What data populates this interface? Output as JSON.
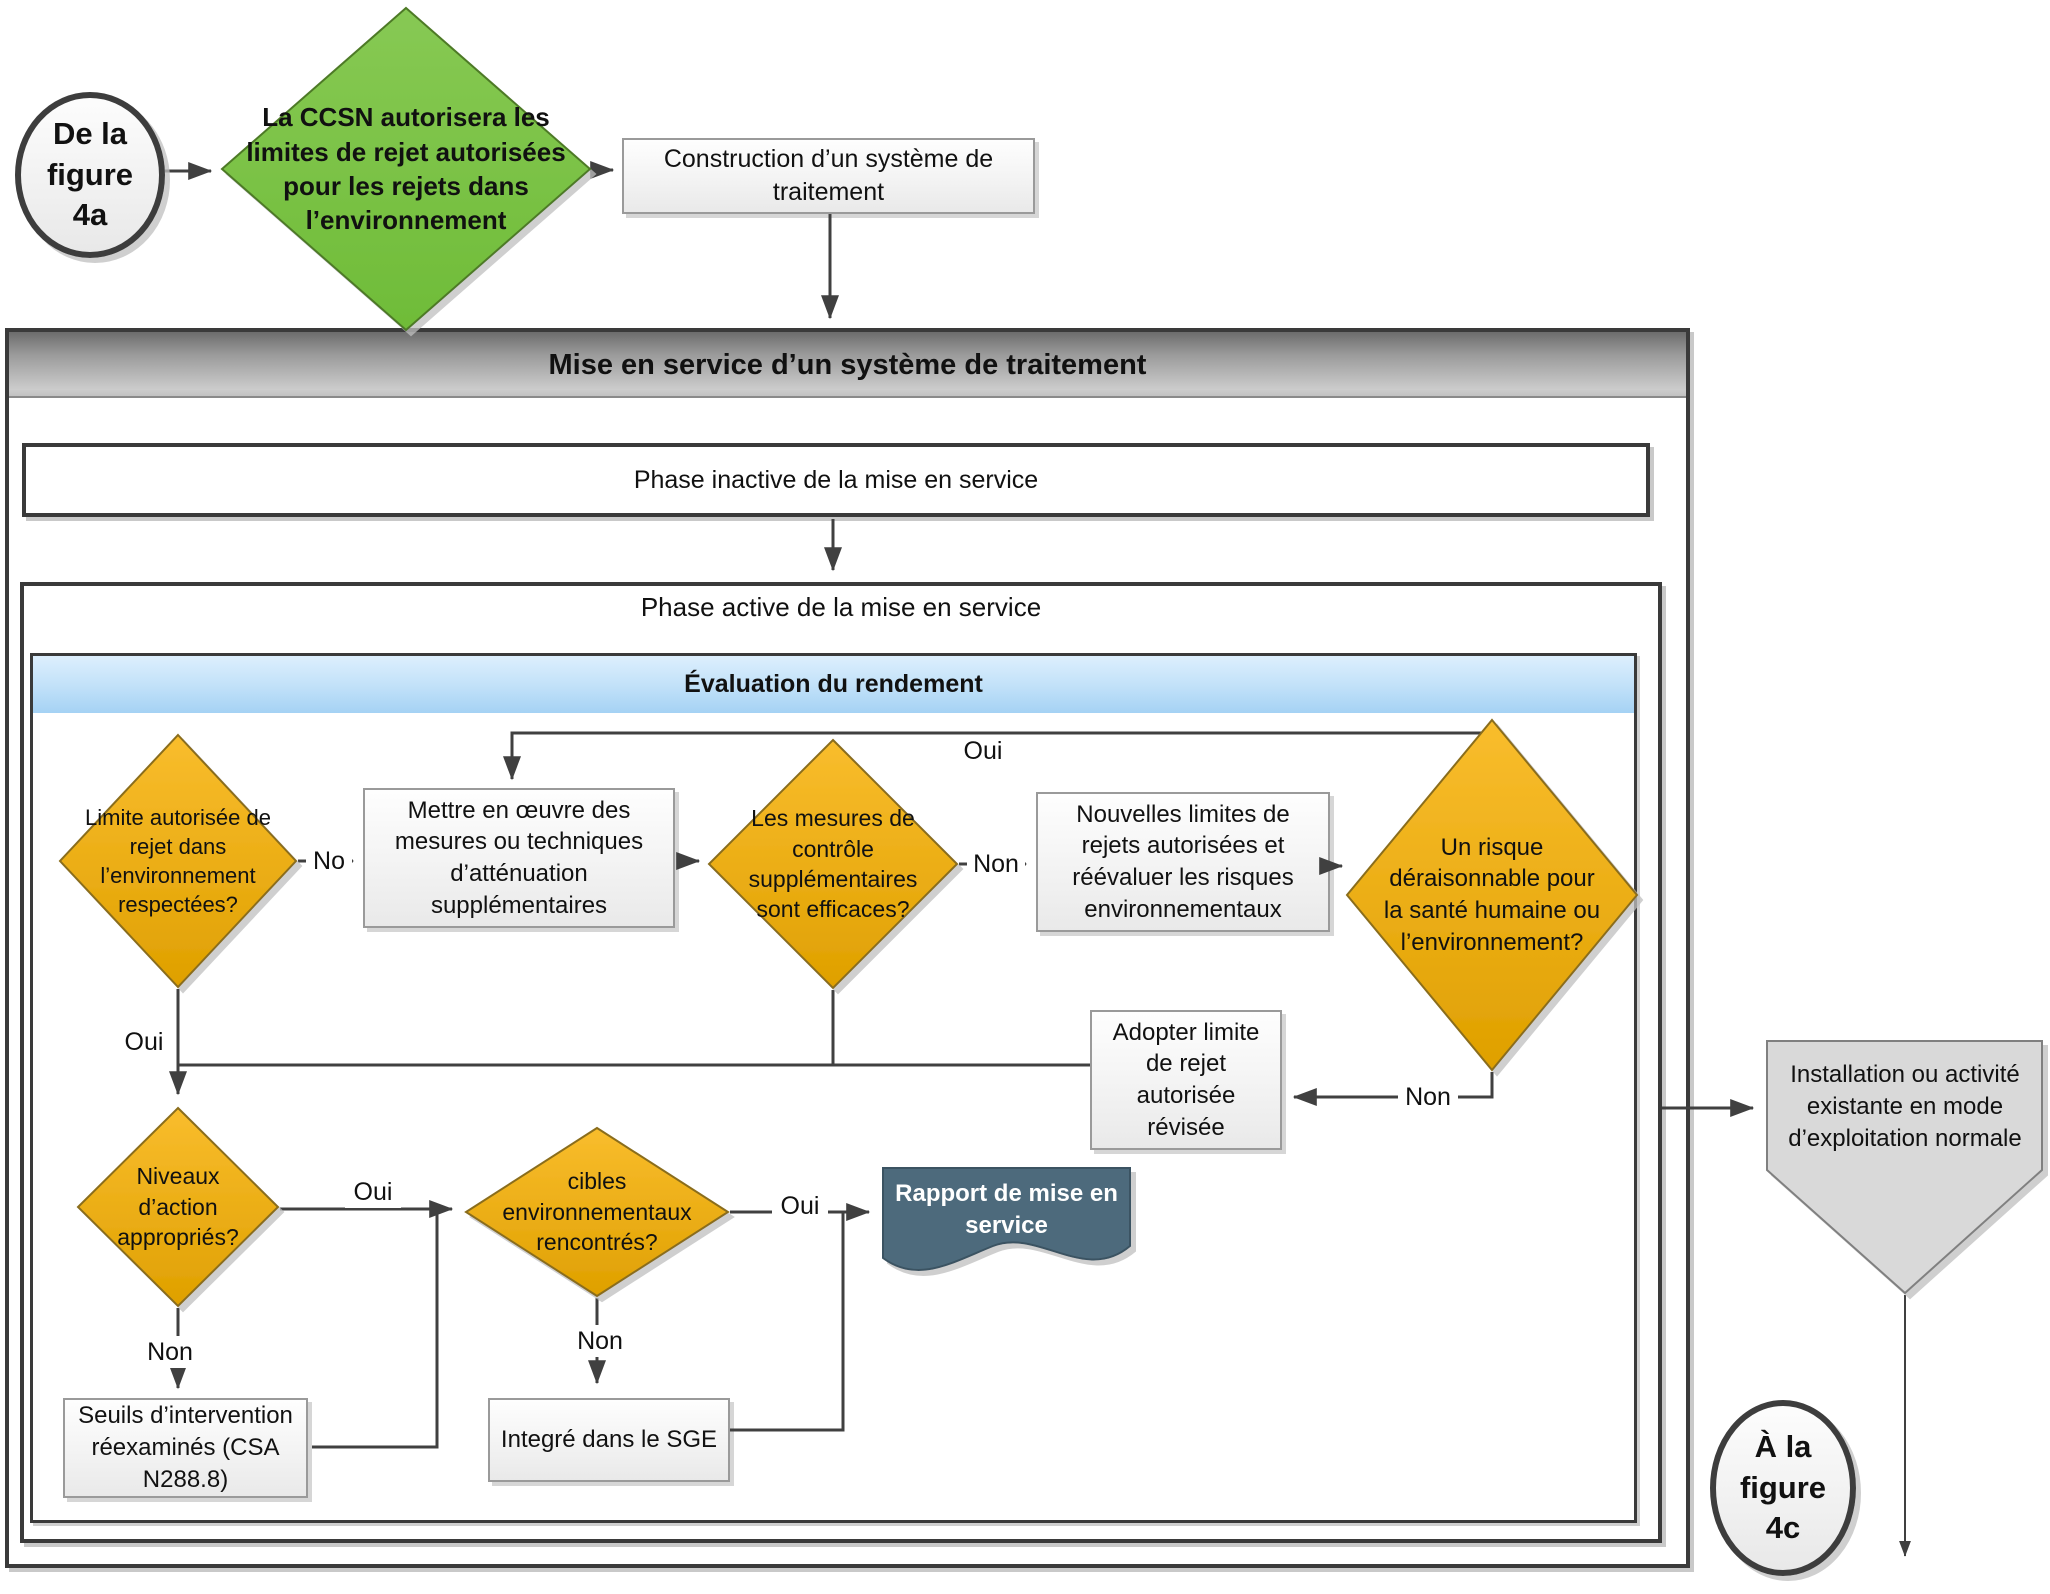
{
  "title": "Mise en service d’un système de traitement (organigramme)",
  "colors": {
    "green_shape": "#7cc24a",
    "green_border": "#4e7a28",
    "orange_top": "#f9bd2d",
    "orange_bottom": "#dfa000",
    "blue_bar_top": "#ddeffd",
    "blue_bar_bottom": "#a5d2f4",
    "teal_document": "#4d6b7c",
    "gray_pentagon": "#d9d9d9",
    "connector": "#404040",
    "header_gray": "#9a9a9a"
  },
  "nodes": {
    "start_circle": {
      "label": "De la\nfigure\n4a"
    },
    "ccsn_diamond": {
      "label": "La CCSN autorisera les\nlimites de rejet autorisées\npour les rejets dans\nl’environnement"
    },
    "construction_box": {
      "label": "Construction d’un système de\ntraitement"
    },
    "main_container": {
      "title": "Mise en service d’un système de traitement"
    },
    "phase_inactive": {
      "title": "Phase inactive de la mise en service"
    },
    "phase_active": {
      "title": "Phase active de la mise en service"
    },
    "evaluation": {
      "title": "Évaluation du rendement"
    },
    "limite_diamond": {
      "label": "Limite autorisée de\nrejet dans\nl’environnement\nrespectées?"
    },
    "mettre_box": {
      "label": "Mettre en œuvre des\nmesures ou techniques\nd’atténuation\nsupplémentaires"
    },
    "mesures_diamond": {
      "label": "Les mesures de\ncontrôle\nsupplémentaires\nsont efficaces?"
    },
    "nouvelles_box": {
      "label": "Nouvelles limites de\nrejets autorisées et\nréévaluer les risques\nenvironnementaux"
    },
    "risque_diamond": {
      "label": "Un risque\ndéraisonnable pour\nla santé humaine ou\nl’environnement?"
    },
    "adopter_box": {
      "label": "Adopter limite\nde rejet\nautorisée\nrévisée"
    },
    "niveaux_diamond": {
      "label": "Niveaux\nd’action\nappropriés?"
    },
    "cibles_diamond": {
      "label": "cibles\nenvironnementaux\nrencontrés?"
    },
    "rapport_document": {
      "label": "Rapport de mise en\nservice"
    },
    "seuils_box": {
      "label": "Seuils d’intervention\nréexaminés (CSA\nN288.8)"
    },
    "integre_box": {
      "label": "Integré dans le SGE"
    },
    "installation_pentagon": {
      "label": "Installation ou activité\nexistante en mode\nd’exploitation normale"
    },
    "end_circle": {
      "label": "À la\nfigure\n4c"
    }
  },
  "edge_labels": {
    "limite_no": "No",
    "limite_oui": "Oui",
    "mesures_non": "Non",
    "risque_oui": "Oui",
    "risque_non": "Non",
    "niveaux_oui": "Oui",
    "niveaux_non": "Non",
    "cibles_oui": "Oui",
    "cibles_non": "Non"
  }
}
